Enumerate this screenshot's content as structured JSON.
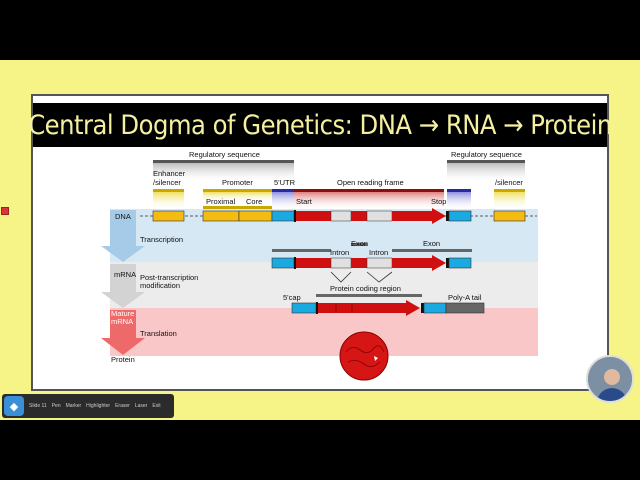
{
  "slide": {
    "title": "Central Dogma of Genetics: DNA → RNA → Protein",
    "labels": {
      "regulatory_left": "Regulatory sequence",
      "regulatory_right": "Regulatory sequence",
      "enhancer_1": "Enhancer",
      "enhancer_2": "/silencer",
      "silencer_right": "/silencer",
      "promoter": "Promoter",
      "utr5": "5'UTR",
      "orf": "Open reading frame",
      "proximal": "Proximal",
      "core": "Core",
      "start": "Start",
      "stop": "Stop",
      "dna": "DNA",
      "transcription": "Transcription",
      "exon_1": "Exon",
      "exon_2": "Exon",
      "intron_1": "Intron",
      "intron_2": "Intron",
      "mrna": "mRNA",
      "post_1": "Post-transcription",
      "post_2": "modification",
      "cap": "5'cap",
      "pcr": "Protein coding region",
      "polya": "Poly-A tail",
      "mature_1": "Mature",
      "mature_2": "mRNA",
      "translation": "Translation",
      "protein": "Protein"
    },
    "colors": {
      "yellow_bg": "#f7f487",
      "title_text": "#f5f0a0",
      "dna_band": "#d7e8f5",
      "mrna_band": "#ececec",
      "mature_band": "#f9c7c7",
      "gene_yellow": "#f4bc12",
      "exon_red": "#d01010",
      "utr_blue": "#1aa9e0",
      "intron_gray": "#e0e0e0"
    }
  },
  "toolbar": {
    "logo_icon": "tooth-icon",
    "items": [
      "Slide 11",
      "Pen",
      "Marker",
      "Highlighter",
      "Eraser",
      "Laser",
      "Exit"
    ]
  }
}
